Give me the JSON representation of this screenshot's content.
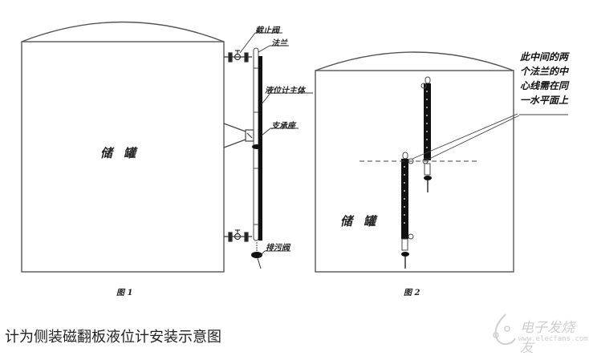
{
  "figure1": {
    "tank_label": "储罐",
    "caption": "图 1",
    "labels": {
      "stop_valve": "截止阀",
      "flange": "法兰",
      "gauge_body": "液位计主体",
      "support": "支承座",
      "drain_valve": "排污阀"
    }
  },
  "figure2": {
    "tank_label": "储罐",
    "caption": "图 2",
    "note_lines": [
      "此中间的两",
      "个法兰的中",
      "心线需在同",
      "一水平面上"
    ]
  },
  "caption": "计为侧装磁翻板液位计安装示意图",
  "watermark": {
    "title": "电子发烧友",
    "url": "www.elecfans.com"
  },
  "colors": {
    "line": "#555555",
    "gauge": "#111111",
    "background": "#ffffff"
  }
}
